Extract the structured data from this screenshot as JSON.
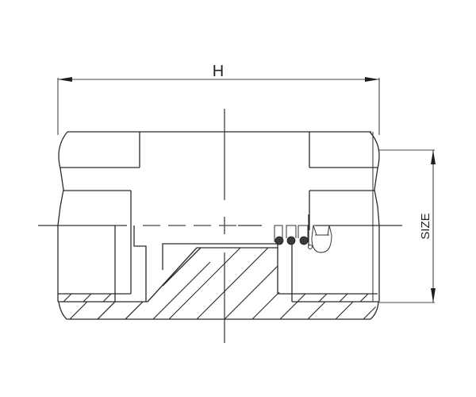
{
  "drawing": {
    "type": "cross-section technical drawing",
    "subject": "hydraulic fitting / plug cross-section",
    "dimensions": {
      "width_label": "H",
      "height_label": "SIZE"
    },
    "colors": {
      "line": "#2b2b2b",
      "background": "#ffffff"
    }
  }
}
